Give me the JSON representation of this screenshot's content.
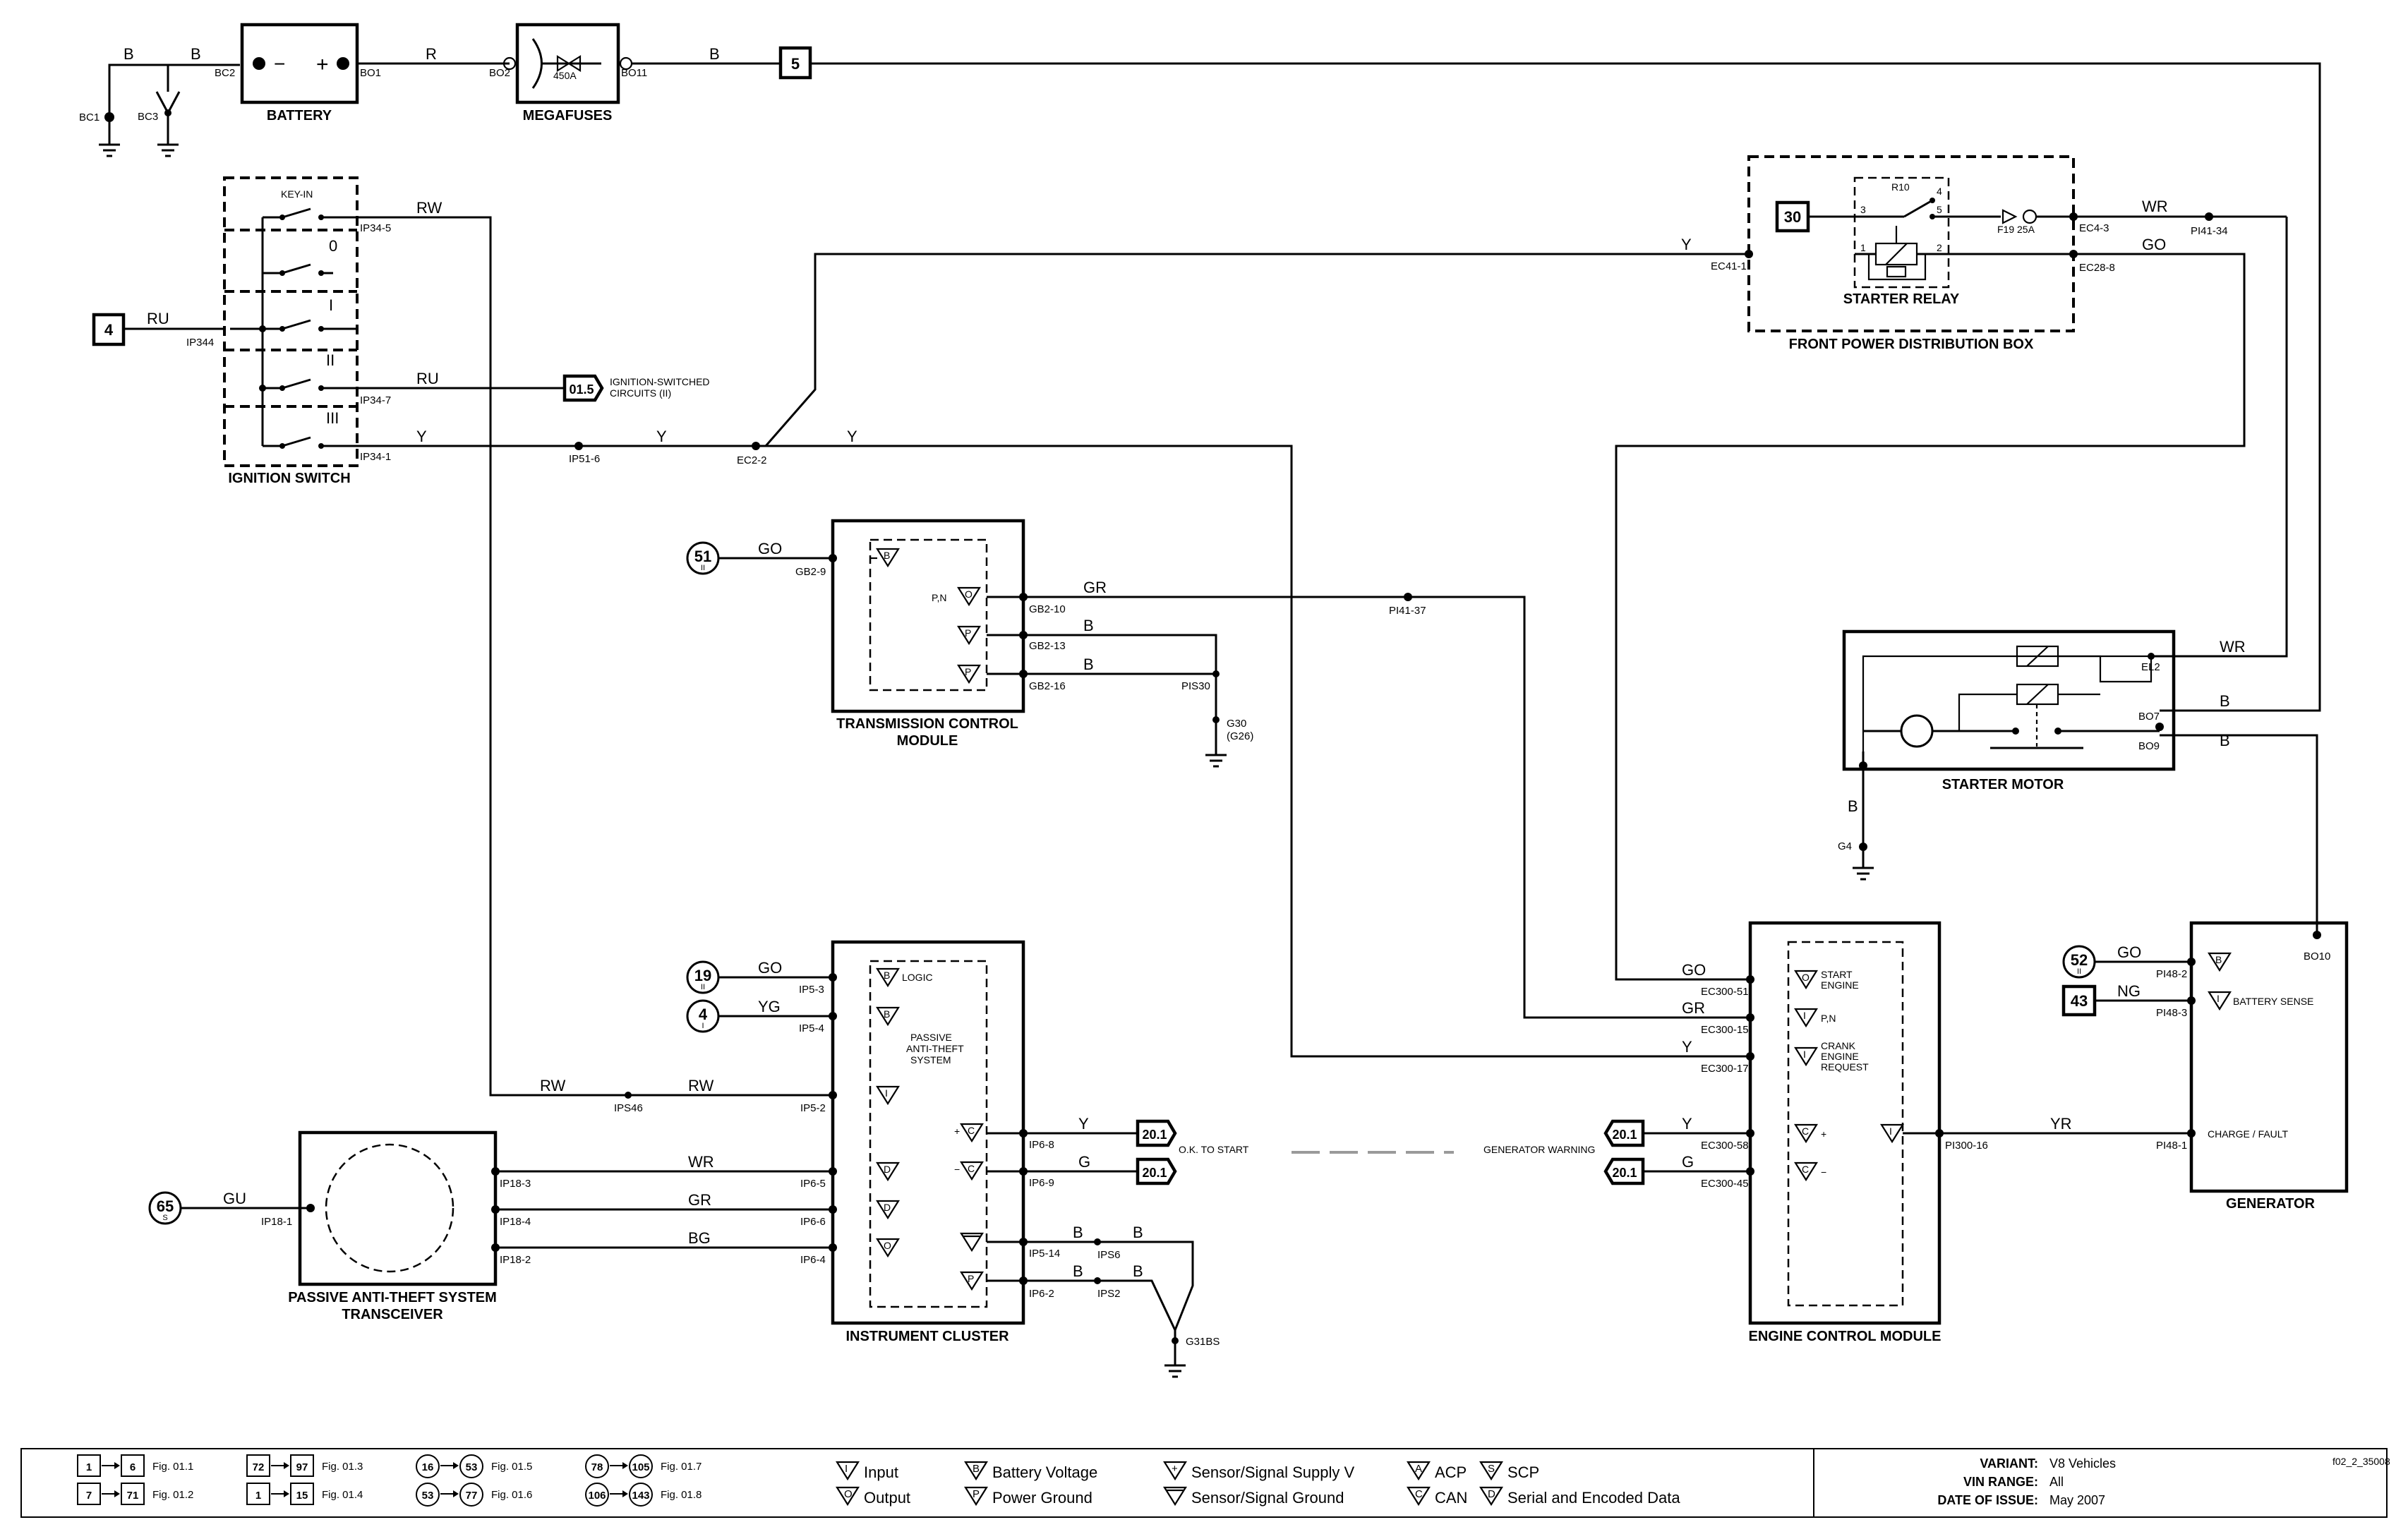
{
  "components": {
    "battery": "BATTERY",
    "megafuses": "MEGAFUSES",
    "megafuse_rating": "450A",
    "ignition_switch": "IGNITION SWITCH",
    "key_in": "KEY-IN",
    "pos_0": "0",
    "pos_1": "I",
    "pos_2": "II",
    "pos_3": "III",
    "front_pdb": "FRONT POWER DISTRIBUTION BOX",
    "starter_relay": "STARTER RELAY",
    "relay_id": "R10",
    "fuse_f19": "F19 25A",
    "starter_motor": "STARTER MOTOR",
    "tcm_line1": "TRANSMISSION CONTROL",
    "tcm_line2": "MODULE",
    "pats_line1": "PASSIVE ANTI-THEFT SYSTEM",
    "pats_line2": "TRANSCEIVER",
    "instrument_cluster": "INSTRUMENT CLUSTER",
    "ecm": "ENGINE CONTROL MODULE",
    "generator": "GENERATOR",
    "pats_internal_1": "PASSIVE",
    "pats_internal_2": "ANTI-THEFT",
    "pats_internal_3": "SYSTEM",
    "logic": "LOGIC",
    "pn_tcm": "P,N",
    "start_engine_1": "START",
    "start_engine_2": "ENGINE",
    "pn_ecm": "P,N",
    "crank_1": "CRANK",
    "crank_2": "ENGINE",
    "crank_3": "REQUEST",
    "battery_sense": "BATTERY SENSE",
    "charge_fault": "CHARGE / FAULT",
    "ign_switched_1": "IGNITION-SWITCHED",
    "ign_switched_2": "CIRCUITS (II)",
    "ok_to_start": "O.K. TO START",
    "generator_warning": "GENERATOR WARNING"
  },
  "pins": {
    "bc1": "BC1",
    "bc3": "BC3",
    "bc2": "BC2",
    "bo1": "BO1",
    "bo2": "BO2",
    "bo11": "BO11",
    "ip34_5": "IP34-5",
    "ip344": "IP344",
    "ip34_7": "IP34-7",
    "ip34_1": "IP34-1",
    "ip51_6": "IP51-6",
    "ec2_2": "EC2-2",
    "ec41_1": "EC41-1",
    "ec4_3": "EC4-3",
    "ec28_8": "EC28-8",
    "pi41_34": "PI41-34",
    "gb2_9": "GB2-9",
    "gb2_10": "GB2-10",
    "gb2_13": "GB2-13",
    "gb2_16": "GB2-16",
    "pis30": "PIS30",
    "g30": "G30",
    "g26": "(G26)",
    "pi41_37": "PI41-37",
    "el2": "EL2",
    "bo7": "BO7",
    "bo9": "BO9",
    "g4": "G4",
    "bo10": "BO10",
    "ip5_3": "IP5-3",
    "ip5_4": "IP5-4",
    "ip5_2": "IP5-2",
    "ips46": "IPS46",
    "ip18_1": "IP18-1",
    "ip18_3": "IP18-3",
    "ip18_4": "IP18-4",
    "ip18_2": "IP18-2",
    "ip6_5": "IP6-5",
    "ip6_6": "IP6-6",
    "ip6_4": "IP6-4",
    "ip6_8": "IP6-8",
    "ip6_9": "IP6-9",
    "ip5_14": "IP5-14",
    "ips6": "IPS6",
    "ip6_2": "IP6-2",
    "ips2": "IPS2",
    "g31bs": "G31BS",
    "ec300_51": "EC300-51",
    "ec300_15": "EC300-15",
    "ec300_17": "EC300-17",
    "ec300_58": "EC300-58",
    "ec300_45": "EC300-45",
    "pi300_16": "PI300-16",
    "pi48_2": "PI48-2",
    "pi48_3": "PI48-3",
    "pi48_1": "PI48-1",
    "relay_3": "3",
    "relay_4": "4",
    "relay_5": "5",
    "relay_1": "1",
    "relay_2": "2"
  },
  "wires": {
    "b": "B",
    "r": "R",
    "rw": "RW",
    "ru": "RU",
    "y": "Y",
    "wr": "WR",
    "go": "GO",
    "gr": "GR",
    "yg": "YG",
    "gu": "GU",
    "bg": "BG",
    "g": "G",
    "ng": "NG",
    "yr": "YR"
  },
  "refs": {
    "r5": "5",
    "r4": "4",
    "r30": "30",
    "r015": "01.5",
    "r51": "51",
    "r19": "19",
    "r4b": "4",
    "r65": "65",
    "r201": "20.1",
    "r52": "52",
    "r43": "43",
    "sub_ii": "II",
    "sub_i": "I",
    "sub_s": "S"
  },
  "symbols": {
    "b": "B",
    "o": "O",
    "p": "P",
    "i": "I",
    "d": "D",
    "c": "C",
    "plus": "+",
    "minus": "−"
  },
  "figure_id": "f02_2_35008",
  "legend": {
    "figs": [
      {
        "a": "1",
        "b": "6",
        "fig": "Fig. 01.1"
      },
      {
        "a": "7",
        "b": "71",
        "fig": "Fig. 01.2"
      },
      {
        "a": "72",
        "b": "97",
        "fig": "Fig. 01.3"
      },
      {
        "a": "1",
        "b": "15",
        "fig": "Fig. 01.4"
      },
      {
        "a": "16",
        "b": "53",
        "fig": "Fig. 01.5"
      },
      {
        "a": "53",
        "b": "77",
        "fig": "Fig. 01.6"
      },
      {
        "a": "78",
        "b": "105",
        "fig": "Fig. 01.7"
      },
      {
        "a": "106",
        "b": "143",
        "fig": "Fig. 01.8"
      }
    ],
    "input": "Input",
    "output": "Output",
    "battery_voltage": "Battery Voltage",
    "power_ground": "Power Ground",
    "sensor_supply": "Sensor/Signal Supply V",
    "sensor_ground": "Sensor/Signal Ground",
    "acp": "ACP",
    "can": "CAN",
    "scp": "SCP",
    "serial": "Serial and Encoded Data",
    "sym_a": "A",
    "sym_c": "C",
    "sym_s": "S",
    "sym_d": "D",
    "sym_i": "I",
    "sym_o": "O",
    "sym_b": "B",
    "sym_p": "P",
    "sym_plus": "+",
    "sym_minus": "−"
  },
  "info": {
    "variant_label": "VARIANT:",
    "variant_value": "V8 Vehicles",
    "vin_label": "VIN RANGE:",
    "vin_value": "All",
    "date_label": "DATE OF ISSUE:",
    "date_value": "May 2007"
  }
}
